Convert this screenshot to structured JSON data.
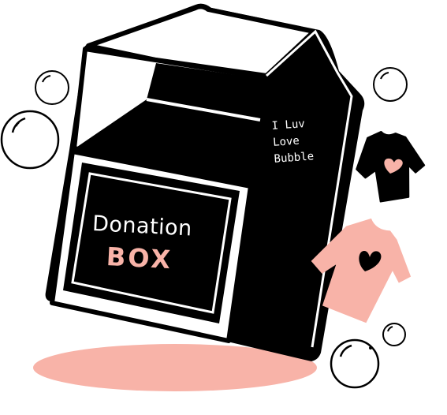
{
  "box": {
    "label_line1": "Donation",
    "label_line2": "BOX",
    "side_text": [
      "I Luv",
      "Love",
      "Bubble"
    ]
  },
  "colors": {
    "ink": "#000000",
    "accent": "#f8b3a8",
    "background": "#ffffff"
  },
  "icons": [
    "bubble-icon",
    "tshirt-black-icon",
    "tshirt-pink-icon",
    "heart-icon"
  ]
}
